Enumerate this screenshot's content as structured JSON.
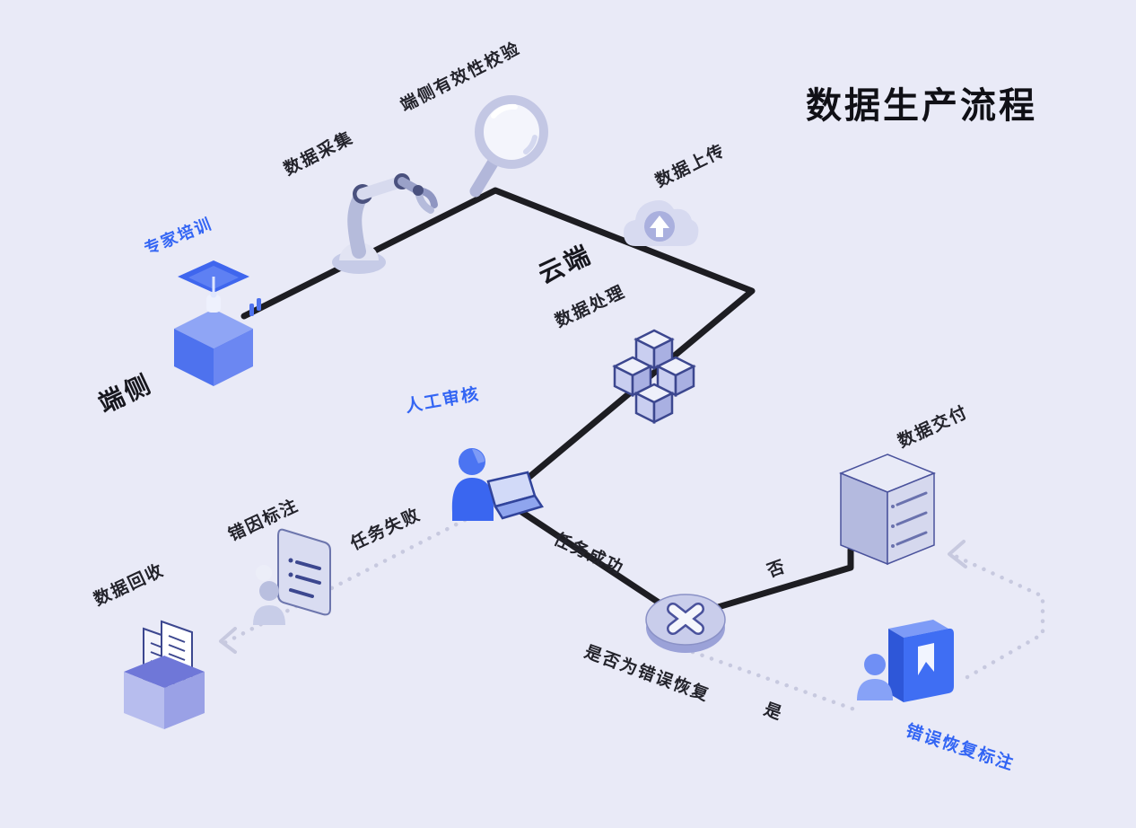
{
  "title": "数据生产流程",
  "labels": {
    "device_validation": "端侧有效性校验",
    "data_collection": "数据采集",
    "expert_training": "专家培训",
    "device_side": "端侧",
    "data_upload": "数据上传",
    "cloud_side": "云端",
    "data_processing": "数据处理",
    "manual_review": "人工审核",
    "task_failed": "任务失败",
    "task_success": "任务成功",
    "error_cause_annotation": "错因标注",
    "data_recycle": "数据回收",
    "decision_question": "是否为错误恢复",
    "decision_no": "否",
    "decision_yes": "是",
    "data_delivery": "数据交付",
    "error_recovery_annotation": "错误恢复标注"
  },
  "icons": {
    "expert_training": "graduation-cap-podium",
    "data_collection": "robot-arm",
    "device_validation": "magnifying-glass",
    "data_upload": "cloud-upload",
    "data_processing": "cube-stack",
    "manual_review": "person-with-laptop",
    "error_cause_annotation": "person-with-document",
    "data_recycle": "box-with-files",
    "decision": "x-decision-disc",
    "data_delivery": "server-stack",
    "error_recovery_annotation": "person-with-bookmark-book"
  },
  "colors": {
    "background": "#e9eaf7",
    "accent_blue": "#3365f4",
    "text_dark": "#23232b",
    "flow_line": "#1d1d22",
    "dotted_line": "#c7c9df",
    "lavender": "#c9cdeb",
    "navy": "#3c478f"
  }
}
